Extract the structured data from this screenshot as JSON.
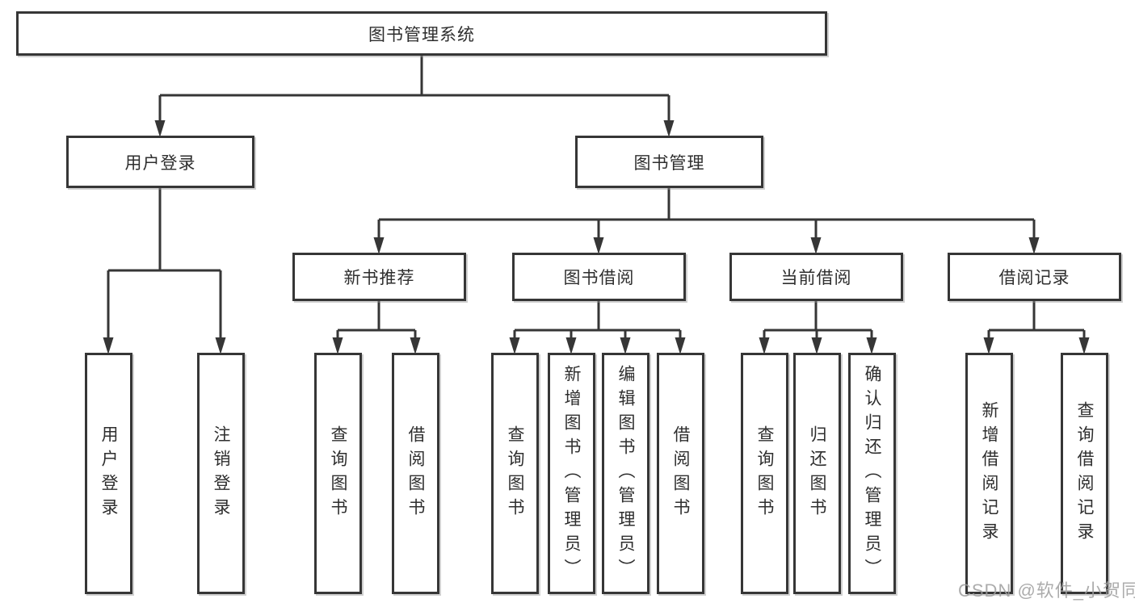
{
  "diagram": {
    "root": {
      "label": "图书管理系统",
      "children": [
        {
          "label": "用户登录",
          "children": [
            {
              "label": "用户登录"
            },
            {
              "label": "注销登录"
            }
          ]
        },
        {
          "label": "图书管理",
          "children": [
            {
              "label": "新书推荐",
              "children": [
                {
                  "label": "查询图书"
                },
                {
                  "label": "借阅图书"
                }
              ]
            },
            {
              "label": "图书借阅",
              "children": [
                {
                  "label": "查询图书"
                },
                {
                  "label": "新增图书（管理员）"
                },
                {
                  "label": "编辑图书（管理员）"
                },
                {
                  "label": "借阅图书"
                }
              ]
            },
            {
              "label": "当前借阅",
              "children": [
                {
                  "label": "查询图书"
                },
                {
                  "label": "归还图书"
                },
                {
                  "label": "确认归还（管理员）"
                }
              ]
            },
            {
              "label": "借阅记录",
              "children": [
                {
                  "label": "新增借阅记录"
                },
                {
                  "label": "查询借阅记录"
                }
              ]
            }
          ]
        }
      ]
    }
  },
  "watermark": "CSDN @软件_小贺同学",
  "colors": {
    "line": "#363636",
    "box_border": "#363636",
    "text": "#2e2e2e",
    "background": "#ffffff",
    "watermark": "#9e9e9e"
  }
}
